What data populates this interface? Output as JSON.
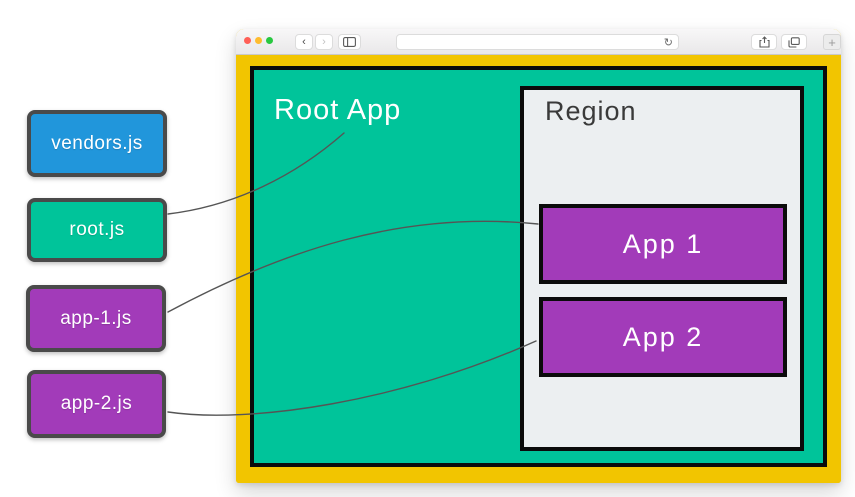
{
  "browser": {
    "address_bar": {
      "value": "",
      "placeholder": ""
    },
    "back_icon": "‹",
    "forward_icon": "›",
    "reload_icon": "↻",
    "new_tab_icon": "+",
    "icons": {
      "traffic_lights": [
        "close",
        "minimize",
        "zoom"
      ],
      "sidebar": "sidebar-panel-toggle",
      "share": "share-box-with-up-arrow",
      "tabs": "tab-overview-overlapping-squares"
    }
  },
  "files": [
    {
      "id": "vendors",
      "label": "vendors.js",
      "color": "#2196DB"
    },
    {
      "id": "root",
      "label": "root.js",
      "color": "#00C49A"
    },
    {
      "id": "app1",
      "label": "app-1.js",
      "color": "#A23BB9"
    },
    {
      "id": "app2",
      "label": "app-2.js",
      "color": "#A23BB9"
    }
  ],
  "diagram": {
    "root_app_label": "Root App",
    "region_label": "Region",
    "apps": [
      {
        "label": "App 1"
      },
      {
        "label": "App 2"
      }
    ],
    "connectors": [
      {
        "from": "root.js",
        "to": "Root App"
      },
      {
        "from": "app-1.js",
        "to": "App 1"
      },
      {
        "from": "app-2.js",
        "to": "App 2"
      }
    ]
  },
  "colors": {
    "frame_yellow": "#F2C500",
    "root_app_teal": "#00C49A",
    "app_purple": "#A23BB9",
    "vendors_blue": "#2196DB",
    "region_gray": "#ECEFF1",
    "file_box_border": "#4A4A4A",
    "diagram_border": "#0B0B0B",
    "connector_gray": "#555555"
  }
}
